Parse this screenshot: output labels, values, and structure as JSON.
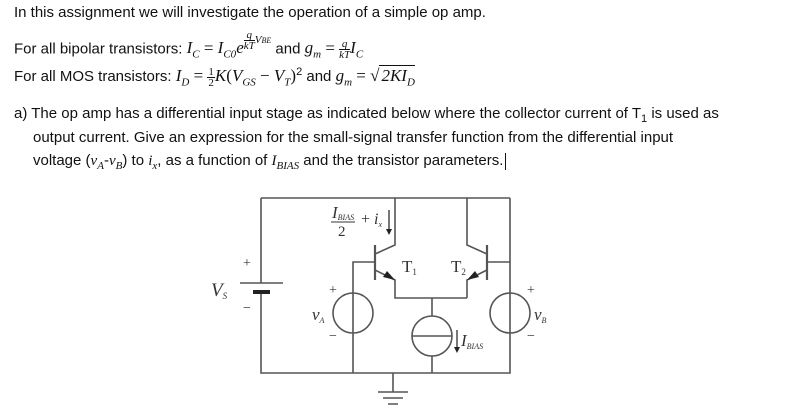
{
  "intro": "In this assignment we will investigate the operation of a simple op amp.",
  "bipolar": {
    "label": "For all bipolar transistors: ",
    "ic": "I",
    "ic_sub": "C",
    "eq": " = ",
    "ic0": "I",
    "ic0_sub": "C0",
    "e": "e",
    "exp_num": "q",
    "exp_den": "kT",
    "exp_v": "V",
    "exp_sub": "BE",
    "and": " and ",
    "gm": "g",
    "gm_sub": "m",
    "eq2": " = ",
    "q": "q",
    "kt": "kT",
    "ic2": "I",
    "ic2_sub": "C"
  },
  "mos": {
    "label": "For all MOS transistors:  ",
    "id": "I",
    "id_sub": "D",
    "eq": " = ",
    "half_num": "1",
    "half_den": "2",
    "k": "K",
    "open": "(",
    "vgs": "V",
    "vgs_sub": "GS",
    "minus": " − ",
    "vt": "V",
    "vt_sub": "T",
    "close": ")",
    "sq": "2",
    "and": " and ",
    "gm": "g",
    "gm_sub": "m",
    "eq2": " = ",
    "sqrt_sign": "√",
    "root": "2KI",
    "root_sub": "D"
  },
  "part_a": {
    "line1": "a) The op amp has a differential input stage as indicated below where the collector current of T",
    "line1_sub": "1",
    "line1_end": " is used as",
    "line2": "output current. Give an expression for the small-signal transfer function from the differential input",
    "line3_a": "voltage (",
    "va": "v",
    "va_sub": "A",
    "dash": "-",
    "vb": "v",
    "vb_sub": "B",
    "line3_b": ") to ",
    "ix": "i",
    "ix_sub": "x",
    "line3_c": ", as a function of ",
    "ibias": "I",
    "ibias_sub": "BIAS",
    "line3_d": " and the transistor parameters."
  },
  "circuit": {
    "vs": "V",
    "vs_sub": "S",
    "plus": "+",
    "minus": "−",
    "t1": "T",
    "t1_sub": "1",
    "t2": "T",
    "t2_sub": "2",
    "va": "v",
    "va_sub": "A",
    "vb": "v",
    "vb_sub": "B",
    "ibias": "I",
    "ibias_sub": "BIAS",
    "top_num": "I",
    "top_num_sub": "BIAS",
    "top_den": "2",
    "top_plus": "+ ",
    "top_ix": "i",
    "top_ix_sub": "x"
  }
}
